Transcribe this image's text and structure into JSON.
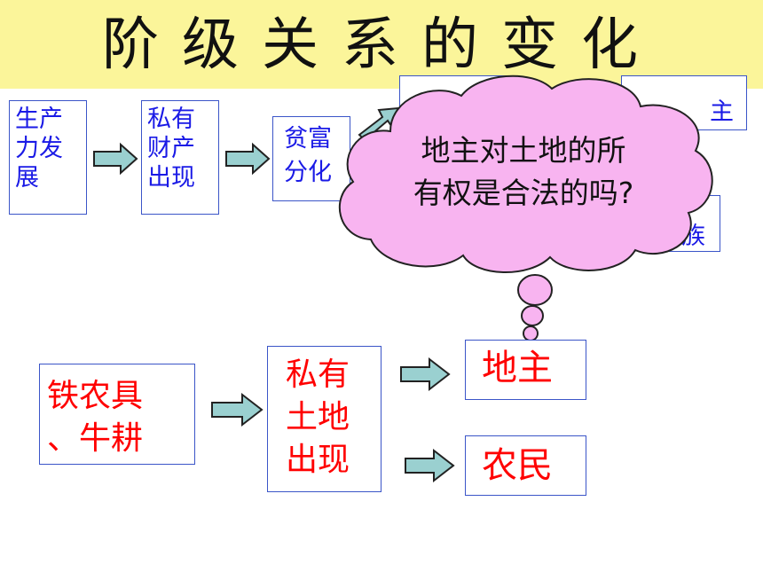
{
  "title": "阶级关系的变化",
  "top_flow": [
    "生产\n力发\n展",
    "私有\n财产\n出现",
    "贫富\n分化"
  ],
  "bottom_flow": {
    "source": "铁农具\n、牛耕",
    "middle": "私有\n土地\n出现",
    "outcome_1": "地主",
    "outcome_2": "农民"
  },
  "cloud_question": "地主对土地的所\n有权是合法的吗?",
  "peek_fragments": [
    "主",
    "族"
  ],
  "colors": {
    "title_bg": "#fbf59a",
    "box_border": "#3b55c8",
    "blue_text": "#1a1ae6",
    "red_text": "#ff0000",
    "cloud_fill": "#f8b4f0",
    "arrow_fill": "#9ad0d0"
  }
}
